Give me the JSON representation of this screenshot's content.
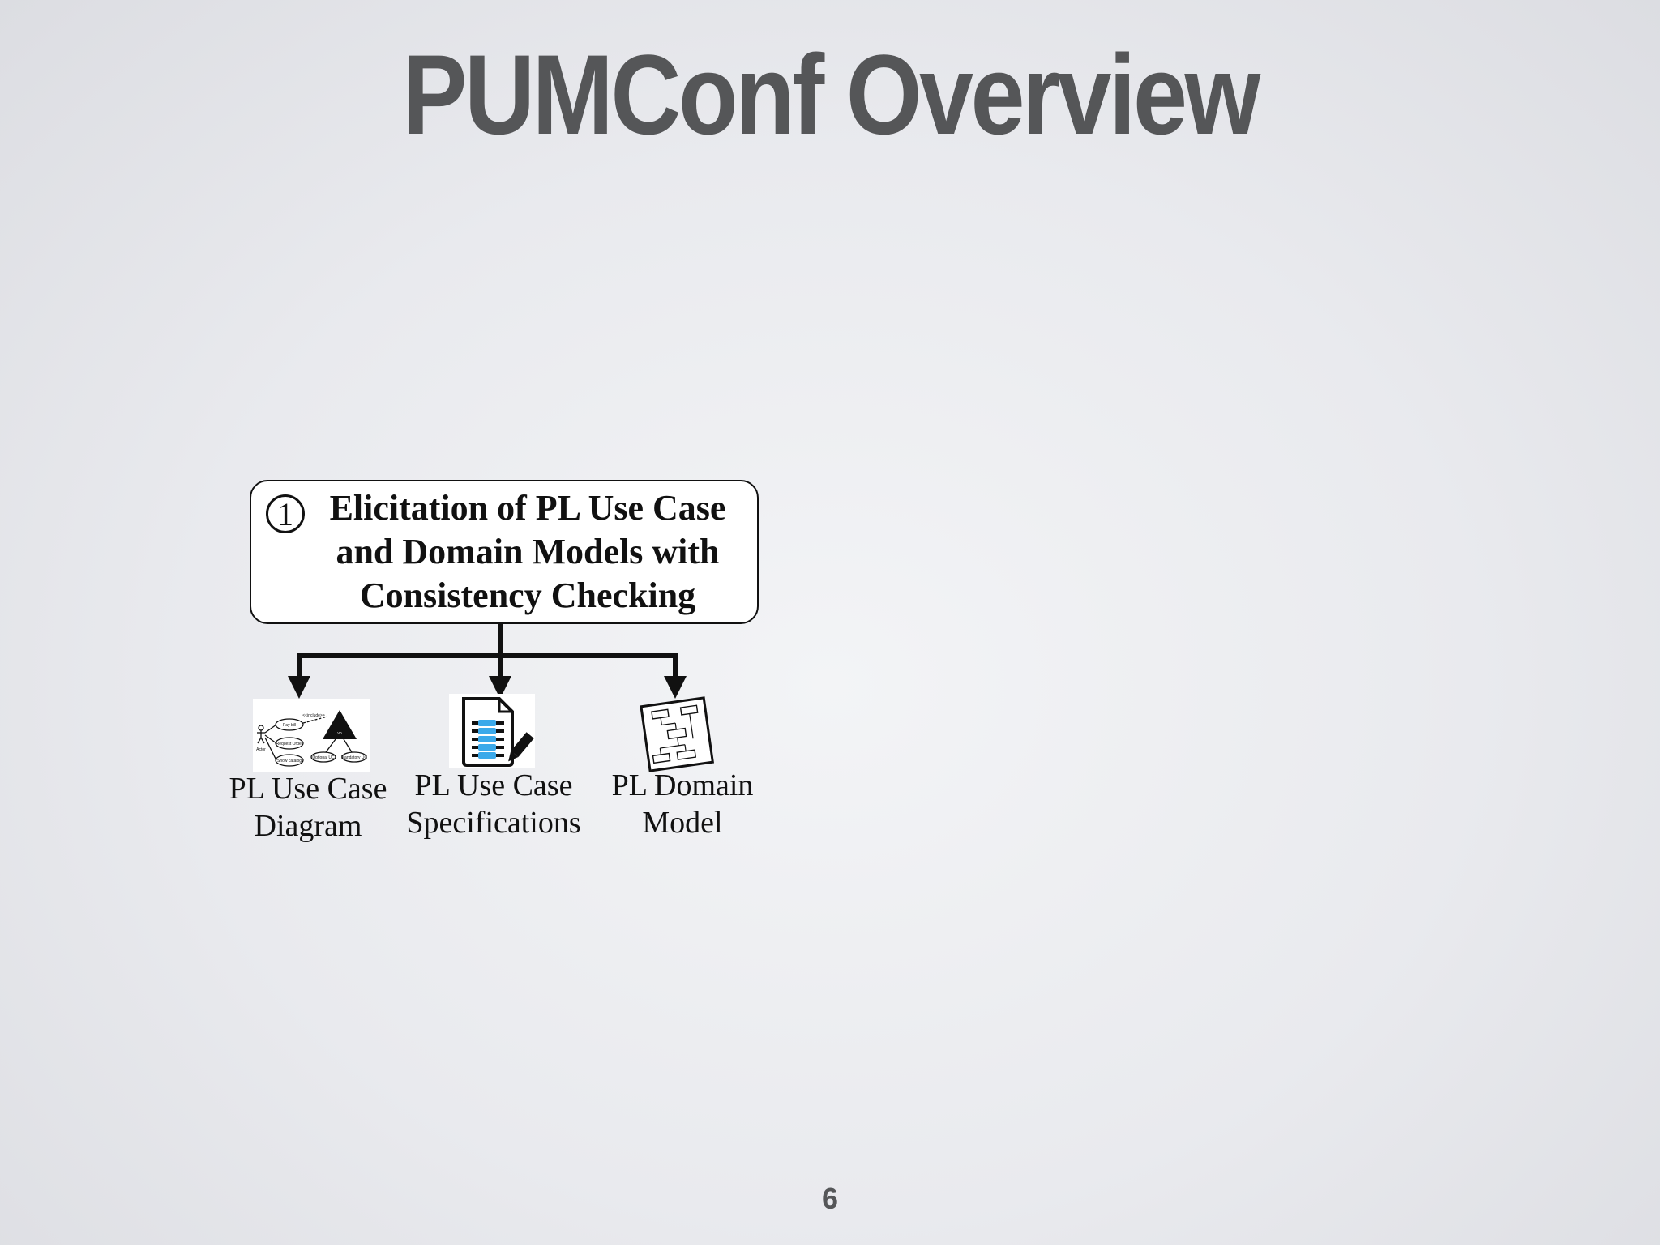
{
  "slide": {
    "title": "PUMConf Overview",
    "page_number": "6"
  },
  "process_step": {
    "number": "1",
    "lines": [
      "Elicitation of PL Use Case",
      "and Domain Models with",
      "Consistency Checking"
    ]
  },
  "artifacts": [
    {
      "icon": "use-case-diagram-icon",
      "lines": [
        "PL Use Case",
        "Diagram"
      ]
    },
    {
      "icon": "document-pencil-icon",
      "lines": [
        "PL Use Case",
        "Specifications"
      ]
    },
    {
      "icon": "domain-model-icon",
      "lines": [
        "PL Domain",
        "Model"
      ]
    }
  ],
  "diagram_thumbnail_text": {
    "actor": "Actor",
    "extend": "<<include>>",
    "variation_point": "vp",
    "uc1": "Pay bill",
    "uc2": "Request Order",
    "uc3": "Show catalog",
    "uc4": "Optional UC",
    "uc5": "Mandatory UC"
  }
}
